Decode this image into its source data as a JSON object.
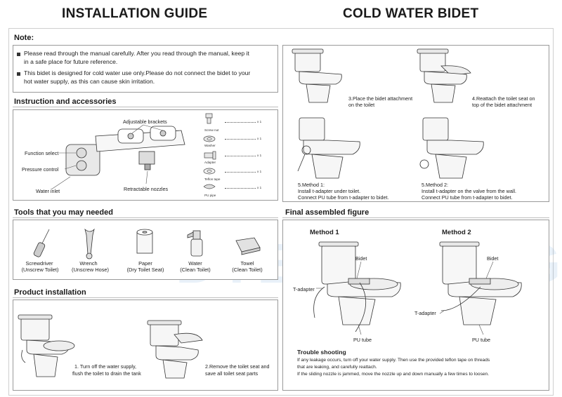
{
  "header": {
    "left_title": "INSTALLATION GUIDE",
    "right_title": "COLD WATER BIDET"
  },
  "note": {
    "heading": "Note:",
    "items": [
      [
        "Please read through the manual carefully. After you read through the manual, keep it",
        "in a safe place for future reference."
      ],
      [
        "This bidet is designed for cold water use only.Please do not connect the bidet to your",
        "hot water supply, as this can cause skin irritation."
      ]
    ]
  },
  "instruction": {
    "heading": "Instruction and accessories",
    "labels": {
      "adjustable_brackets": "Adjustable brackets",
      "function_select": "Function select",
      "pressure_control": "Pressure control",
      "water_inlet": "Water inlet",
      "retractable_nozzles": "Retractable nozzles"
    },
    "accessories": [
      {
        "name": "Screw nut",
        "qty": "x 1",
        "icon": "screw-nut-icon"
      },
      {
        "name": "Washer",
        "qty": "x 1",
        "icon": "washer-icon"
      },
      {
        "name": "Adapter",
        "qty": "x 1",
        "icon": "adapter-icon"
      },
      {
        "name": "Teflon tape",
        "qty": "x 1",
        "icon": "teflon-tape-icon"
      },
      {
        "name": "PU pipe",
        "qty": "x 1",
        "icon": "pu-pipe-icon"
      }
    ]
  },
  "tools": {
    "heading": "Tools that you may needed",
    "items": [
      {
        "name": "Screwdriver",
        "use": "(Unscrew Toilet)",
        "icon": "screwdriver-icon"
      },
      {
        "name": "Wrench",
        "use": "(Unscrew Hose)",
        "icon": "wrench-icon"
      },
      {
        "name": "Paper",
        "use": "(Dry Toilet Seat)",
        "icon": "paper-roll-icon"
      },
      {
        "name": "Water",
        "use": "(Clean Toilet)",
        "icon": "spray-bottle-icon"
      },
      {
        "name": "Towel",
        "use": "(Clean Toilet)",
        "icon": "towel-icon"
      }
    ]
  },
  "product_installation": {
    "heading": "Product installation",
    "steps": [
      [
        "1. Turn off the water supply,",
        "flush the toilet to drain the tank"
      ],
      [
        "2.Remove the toilet seat and",
        "save all toilet seat parts"
      ]
    ]
  },
  "right_steps": {
    "step3": [
      "3.Place the bidet attachment",
      "on the toilet"
    ],
    "step4": [
      "4.Reattach the toilet seat on",
      "top of the bidet attachment"
    ],
    "step5": [
      "5.Method 1:",
      "Install t-adapter under toilet.",
      "Connect PU tube from t-adapter to bidet."
    ],
    "step5b": [
      "5.Method 2:",
      "Install t-adapter on the valve from the wall.",
      "Connect PU tube from t-adapter to bidet."
    ]
  },
  "final": {
    "heading": "Final assembled figure",
    "method1": {
      "title": "Method 1",
      "bidet": "Bidet",
      "t_adapter": "T-adapter",
      "pu_tube": "PU tube"
    },
    "method2": {
      "title": "Method 2",
      "bidet": "Bidet",
      "t_adapter": "T-adapter",
      "pu_tube": "PU tube"
    },
    "trouble": {
      "heading": "Trouble shooting",
      "lines": [
        "If any leakage occurs, turn off your water supply. Then use the provided teflon tape on threads",
        "that are leaking, and carefully reattach.",
        "If the sliding nozzle is jammed, move the nozzle up and down manually a few times to loosen."
      ]
    }
  },
  "watermark": "DIECHENG"
}
